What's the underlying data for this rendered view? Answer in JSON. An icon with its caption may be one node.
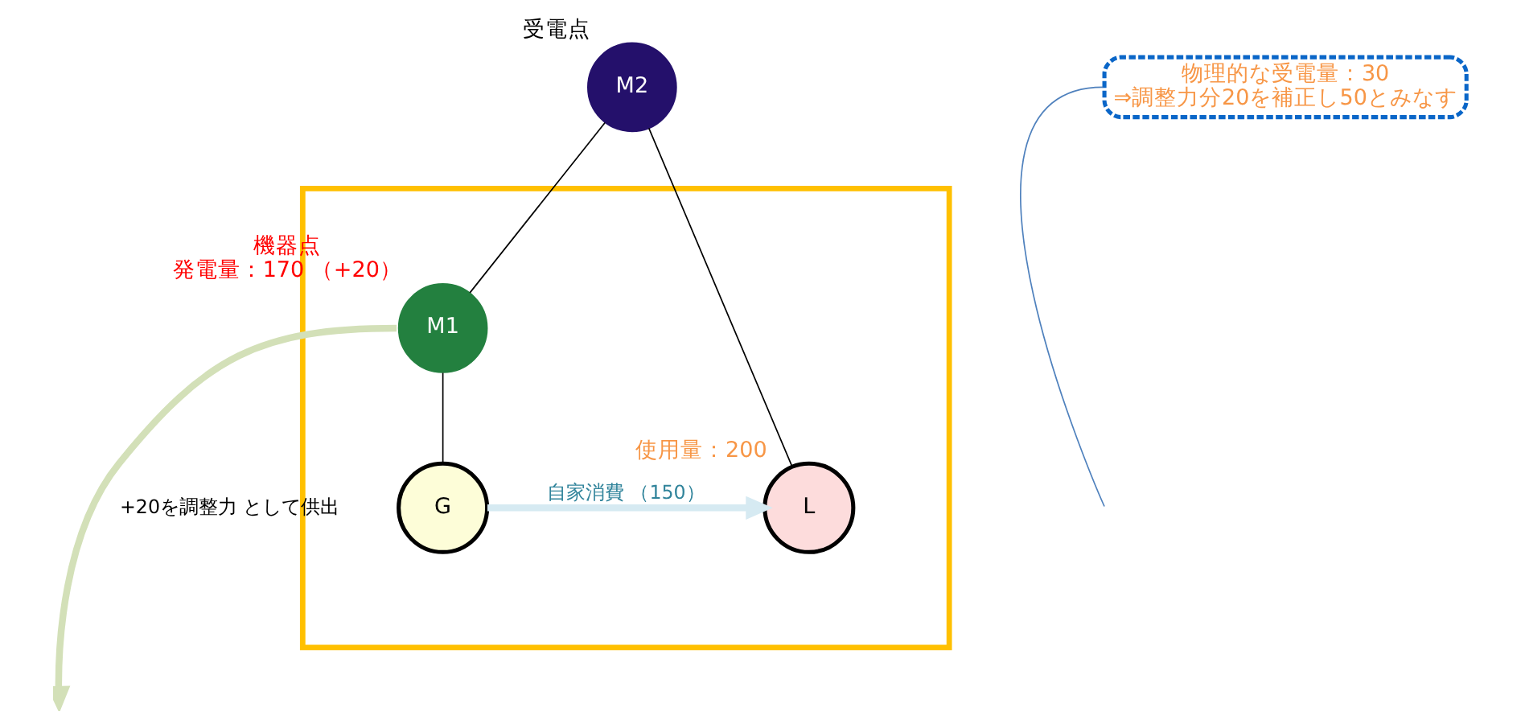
{
  "diagram": {
    "nodes": [
      {
        "text": [
          "M2"
        ],
        "beside": [
          "受電点"
        ]
      },
      {
        "text": [],
        "shape": "box"
      },
      {
        "text": [
          "M1"
        ],
        "in": 1,
        "beside": [
          "機器点",
          "発電量：170 （+20）"
        ]
      },
      {
        "text": [
          "G"
        ],
        "in": 1
      },
      {
        "text": [
          "L"
        ],
        "in": 1,
        "beside": [
          "使用量：200"
        ]
      },
      {
        "text": [
          "物理的な受電量：30",
          "⇒調整力分20を補正し50とみなす"
        ]
      }
    ],
    "edges": [
      {
        "from": 0,
        "to": 2,
        "arrow": "none"
      },
      {
        "from": 0,
        "to": 4,
        "arrow": "none"
      },
      {
        "from": 2,
        "to": 3,
        "arrow": "none"
      },
      {
        "from": 3,
        "to": 4,
        "arrow": "to",
        "label": "自家消費 （150）",
        "style": "thick",
        "color": "#d6eaf2"
      },
      {
        "from": 2,
        "to": null,
        "arrow": "to",
        "label": "+20を調整力 として供出",
        "style": "thick",
        "color": "#d3e0b8"
      },
      {
        "from": 5,
        "to": null,
        "arrow": "none",
        "color": "#4f81bd"
      }
    ]
  }
}
